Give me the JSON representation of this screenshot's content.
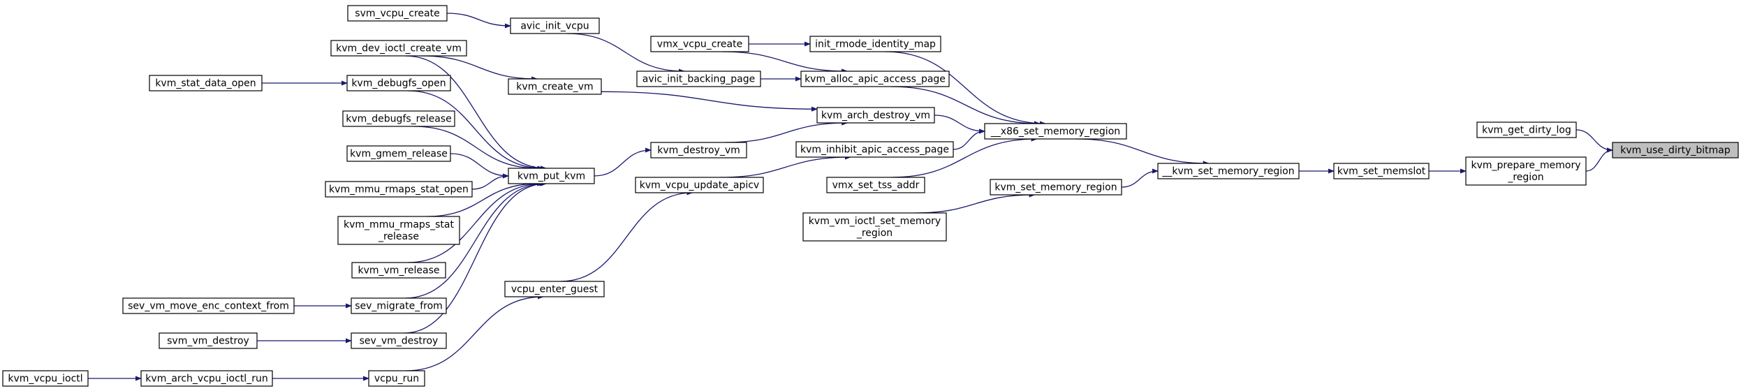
{
  "colors": {
    "edge": "#191970",
    "node_border": "#000000",
    "node_fill": "#ffffff",
    "root_fill": "#bfbfbf"
  },
  "nodes": [
    {
      "id": "kvm_use_dirty_bitmap",
      "label": "kvm_use_dirty_bitmap",
      "root": true
    },
    {
      "id": "kvm_get_dirty_log",
      "label": "kvm_get_dirty_log"
    },
    {
      "id": "kvm_prepare_memory_region",
      "label": "kvm_prepare_memory\n_region"
    },
    {
      "id": "kvm_set_memslot",
      "label": "kvm_set_memslot"
    },
    {
      "id": "__kvm_set_memory_region",
      "label": "__kvm_set_memory_region"
    },
    {
      "id": "__x86_set_memory_region",
      "label": "__x86_set_memory_region"
    },
    {
      "id": "kvm_set_memory_region",
      "label": "kvm_set_memory_region"
    },
    {
      "id": "init_rmode_identity_map",
      "label": "init_rmode_identity_map"
    },
    {
      "id": "kvm_alloc_apic_access_page",
      "label": "kvm_alloc_apic_access_page"
    },
    {
      "id": "kvm_arch_destroy_vm",
      "label": "kvm_arch_destroy_vm"
    },
    {
      "id": "kvm_inhibit_apic_access_page",
      "label": "kvm_inhibit_apic_access_page"
    },
    {
      "id": "vmx_set_tss_addr",
      "label": "vmx_set_tss_addr"
    },
    {
      "id": "kvm_vm_ioctl_set_memory_region",
      "label": "kvm_vm_ioctl_set_memory\n_region"
    },
    {
      "id": "vmx_vcpu_create",
      "label": "vmx_vcpu_create"
    },
    {
      "id": "avic_init_backing_page",
      "label": "avic_init_backing_page"
    },
    {
      "id": "avic_init_vcpu",
      "label": "avic_init_vcpu"
    },
    {
      "id": "svm_vcpu_create",
      "label": "svm_vcpu_create"
    },
    {
      "id": "kvm_create_vm",
      "label": "kvm_create_vm"
    },
    {
      "id": "kvm_destroy_vm",
      "label": "kvm_destroy_vm"
    },
    {
      "id": "kvm_vcpu_update_apicv",
      "label": "kvm_vcpu_update_apicv"
    },
    {
      "id": "vcpu_enter_guest",
      "label": "vcpu_enter_guest"
    },
    {
      "id": "kvm_put_kvm",
      "label": "kvm_put_kvm"
    },
    {
      "id": "vcpu_run",
      "label": "vcpu_run"
    },
    {
      "id": "kvm_arch_vcpu_ioctl_run",
      "label": "kvm_arch_vcpu_ioctl_run"
    },
    {
      "id": "kvm_vcpu_ioctl",
      "label": "kvm_vcpu_ioctl"
    },
    {
      "id": "kvm_dev_ioctl_create_vm",
      "label": "kvm_dev_ioctl_create_vm"
    },
    {
      "id": "kvm_debugfs_open",
      "label": "kvm_debugfs_open"
    },
    {
      "id": "kvm_stat_data_open",
      "label": "kvm_stat_data_open"
    },
    {
      "id": "kvm_debugfs_release",
      "label": "kvm_debugfs_release"
    },
    {
      "id": "kvm_gmem_release",
      "label": "kvm_gmem_release"
    },
    {
      "id": "kvm_mmu_rmaps_stat_open",
      "label": "kvm_mmu_rmaps_stat_open"
    },
    {
      "id": "kvm_mmu_rmaps_stat_release",
      "label": "kvm_mmu_rmaps_stat\n_release"
    },
    {
      "id": "kvm_vm_release",
      "label": "kvm_vm_release"
    },
    {
      "id": "sev_migrate_from",
      "label": "sev_migrate_from"
    },
    {
      "id": "sev_vm_move_enc_context_from",
      "label": "sev_vm_move_enc_context_from"
    },
    {
      "id": "sev_vm_destroy",
      "label": "sev_vm_destroy"
    },
    {
      "id": "svm_vm_destroy",
      "label": "svm_vm_destroy"
    }
  ],
  "edges": [
    {
      "from": "kvm_get_dirty_log",
      "to": "kvm_use_dirty_bitmap"
    },
    {
      "from": "kvm_prepare_memory_region",
      "to": "kvm_use_dirty_bitmap"
    },
    {
      "from": "kvm_set_memslot",
      "to": "kvm_prepare_memory_region"
    },
    {
      "from": "__kvm_set_memory_region",
      "to": "kvm_set_memslot"
    },
    {
      "from": "__x86_set_memory_region",
      "to": "__kvm_set_memory_region"
    },
    {
      "from": "kvm_set_memory_region",
      "to": "__kvm_set_memory_region"
    },
    {
      "from": "init_rmode_identity_map",
      "to": "__x86_set_memory_region"
    },
    {
      "from": "kvm_alloc_apic_access_page",
      "to": "__x86_set_memory_region"
    },
    {
      "from": "kvm_arch_destroy_vm",
      "to": "__x86_set_memory_region"
    },
    {
      "from": "kvm_inhibit_apic_access_page",
      "to": "__x86_set_memory_region"
    },
    {
      "from": "vmx_set_tss_addr",
      "to": "__x86_set_memory_region"
    },
    {
      "from": "kvm_vm_ioctl_set_memory_region",
      "to": "kvm_set_memory_region"
    },
    {
      "from": "vmx_vcpu_create",
      "to": "init_rmode_identity_map"
    },
    {
      "from": "vmx_vcpu_create",
      "to": "kvm_alloc_apic_access_page"
    },
    {
      "from": "avic_init_backing_page",
      "to": "kvm_alloc_apic_access_page"
    },
    {
      "from": "avic_init_vcpu",
      "to": "avic_init_backing_page"
    },
    {
      "from": "svm_vcpu_create",
      "to": "avic_init_vcpu"
    },
    {
      "from": "kvm_create_vm",
      "to": "kvm_arch_destroy_vm"
    },
    {
      "from": "kvm_destroy_vm",
      "to": "kvm_arch_destroy_vm"
    },
    {
      "from": "kvm_vcpu_update_apicv",
      "to": "kvm_inhibit_apic_access_page"
    },
    {
      "from": "vcpu_enter_guest",
      "to": "kvm_vcpu_update_apicv"
    },
    {
      "from": "kvm_put_kvm",
      "to": "kvm_destroy_vm"
    },
    {
      "from": "vcpu_run",
      "to": "vcpu_enter_guest"
    },
    {
      "from": "kvm_arch_vcpu_ioctl_run",
      "to": "vcpu_run"
    },
    {
      "from": "kvm_vcpu_ioctl",
      "to": "kvm_arch_vcpu_ioctl_run"
    },
    {
      "from": "kvm_dev_ioctl_create_vm",
      "to": "kvm_create_vm"
    },
    {
      "from": "kvm_dev_ioctl_create_vm",
      "to": "kvm_put_kvm"
    },
    {
      "from": "kvm_debugfs_open",
      "to": "kvm_put_kvm"
    },
    {
      "from": "kvm_stat_data_open",
      "to": "kvm_debugfs_open"
    },
    {
      "from": "kvm_debugfs_release",
      "to": "kvm_put_kvm"
    },
    {
      "from": "kvm_gmem_release",
      "to": "kvm_put_kvm"
    },
    {
      "from": "kvm_mmu_rmaps_stat_open",
      "to": "kvm_put_kvm"
    },
    {
      "from": "kvm_mmu_rmaps_stat_release",
      "to": "kvm_put_kvm"
    },
    {
      "from": "kvm_vm_release",
      "to": "kvm_put_kvm"
    },
    {
      "from": "sev_migrate_from",
      "to": "kvm_put_kvm"
    },
    {
      "from": "sev_vm_move_enc_context_from",
      "to": "sev_migrate_from"
    },
    {
      "from": "sev_vm_destroy",
      "to": "kvm_put_kvm"
    },
    {
      "from": "svm_vm_destroy",
      "to": "sev_vm_destroy"
    }
  ]
}
